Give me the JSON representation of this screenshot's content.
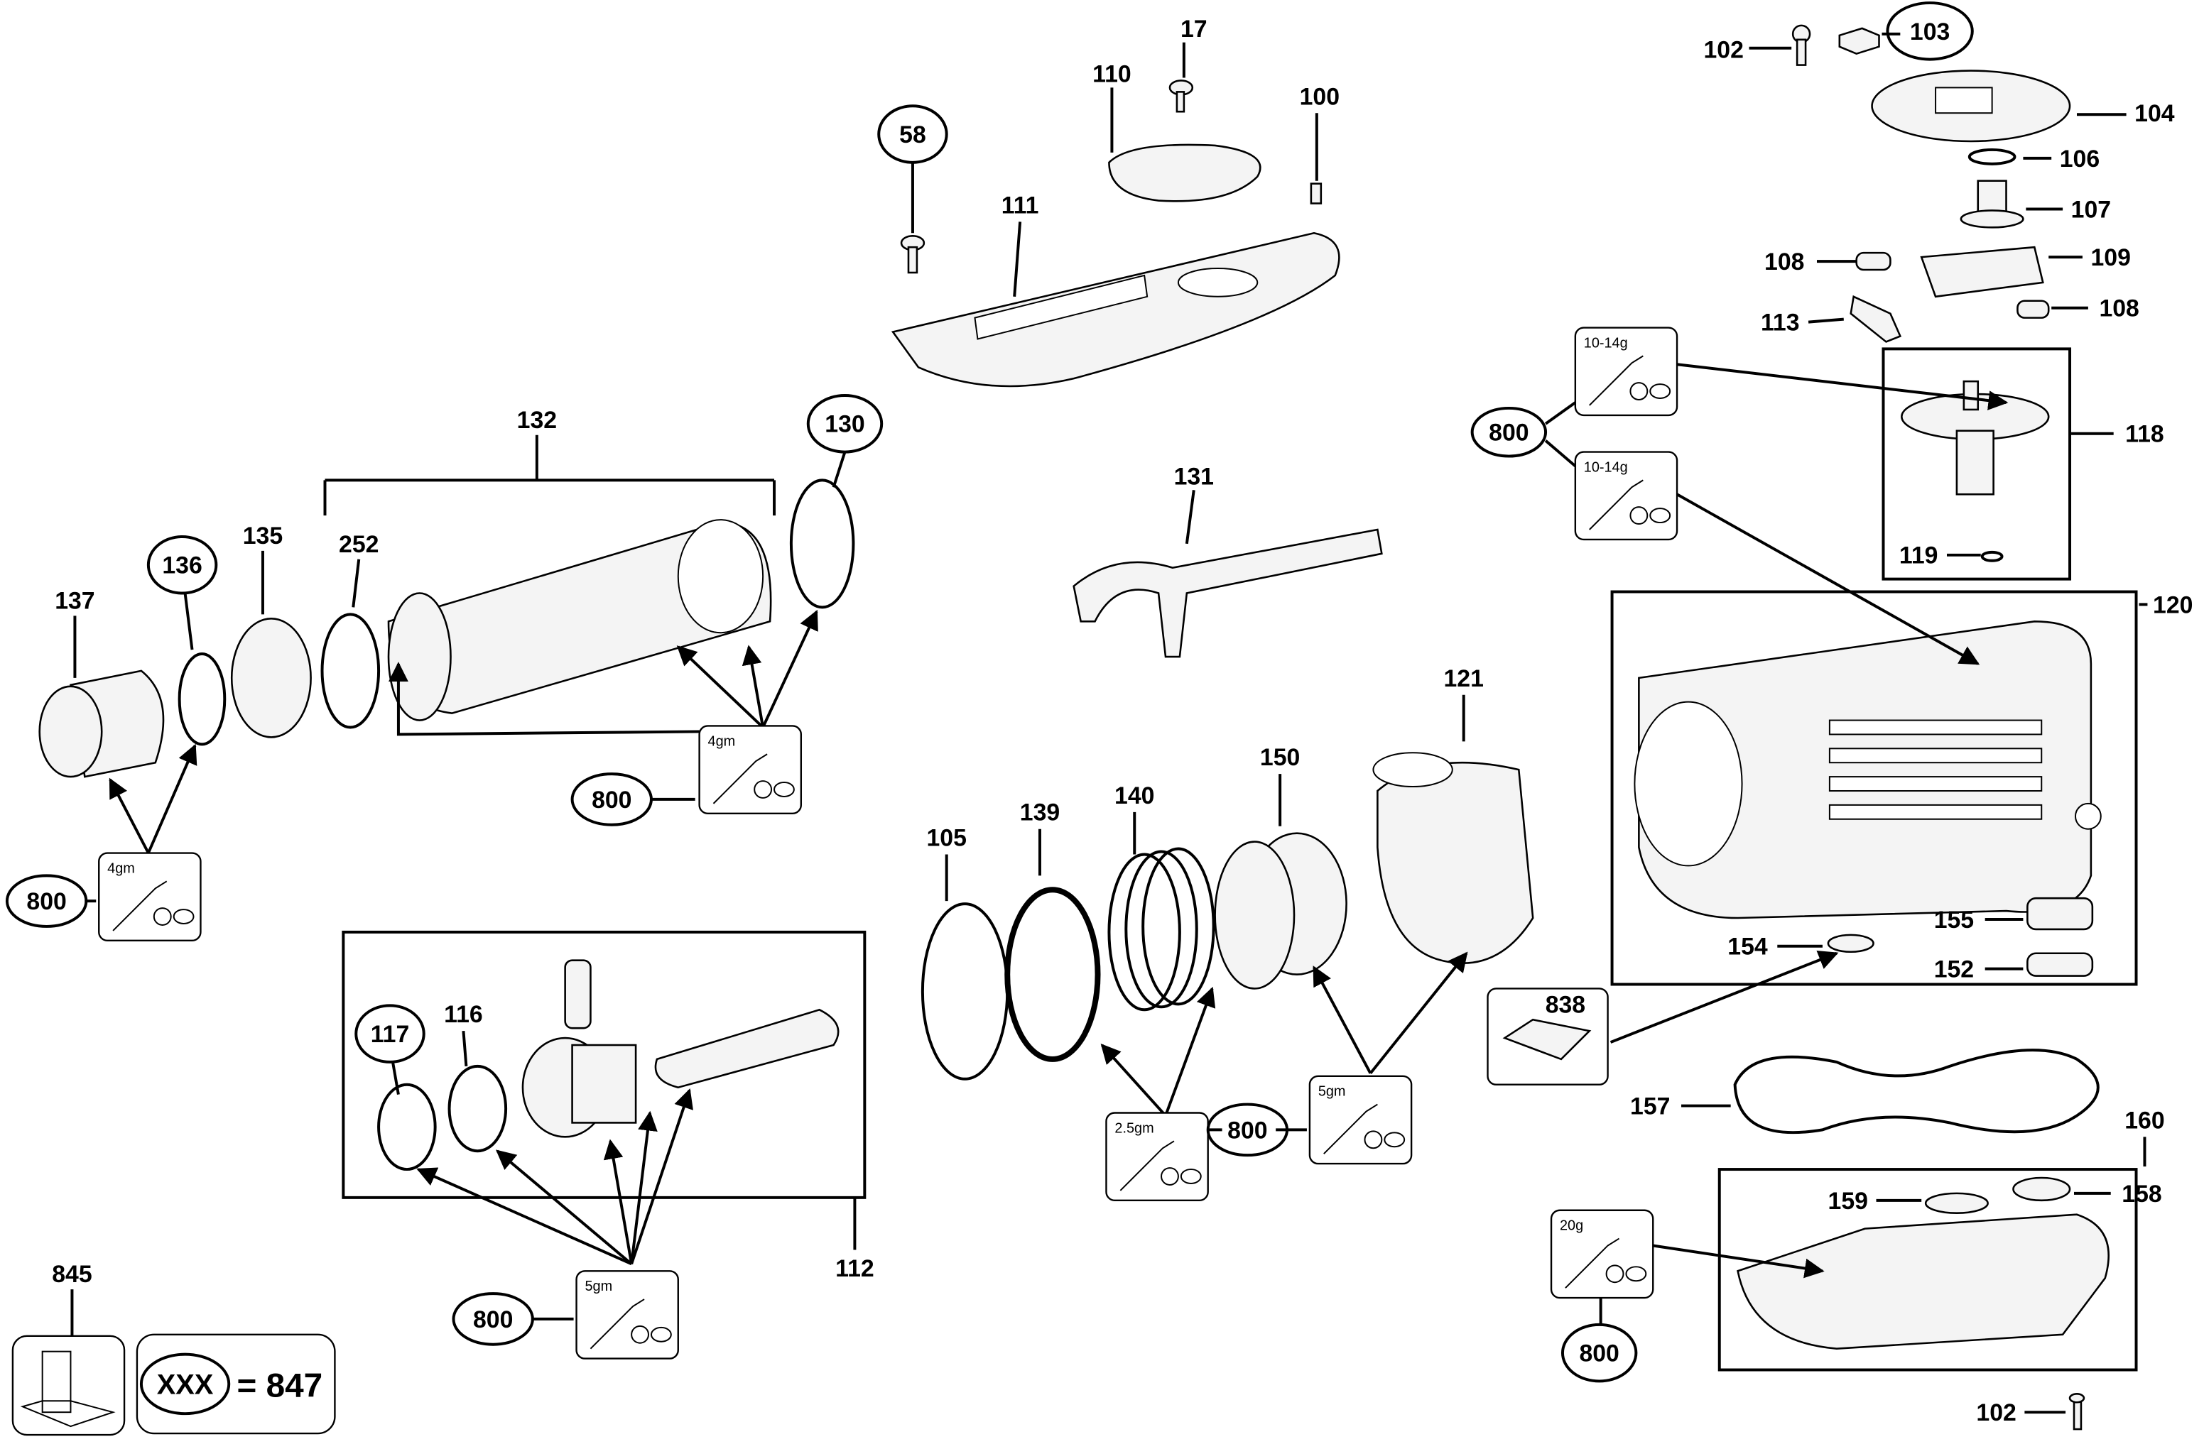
{
  "diagram": {
    "part_labels": [
      "17",
      "110",
      "100",
      "58",
      "111",
      "102",
      "103",
      "104",
      "106",
      "107",
      "108",
      "109",
      "113",
      "108",
      "800",
      "118",
      "119",
      "120",
      "132",
      "130",
      "131",
      "137",
      "136",
      "135",
      "252",
      "121",
      "150",
      "140",
      "139",
      "105",
      "800",
      "800",
      "154",
      "155",
      "152",
      "838",
      "157",
      "160",
      "159",
      "158",
      "800",
      "112",
      "117",
      "116",
      "800",
      "800",
      "845",
      "102"
    ],
    "grease_amounts": [
      "10-14g",
      "10-14g",
      "4gm",
      "4gm",
      "5gm",
      "2.5gm",
      "5gm",
      "20g"
    ],
    "legend": {
      "symbol": "XXX",
      "equals": "= 847"
    }
  }
}
